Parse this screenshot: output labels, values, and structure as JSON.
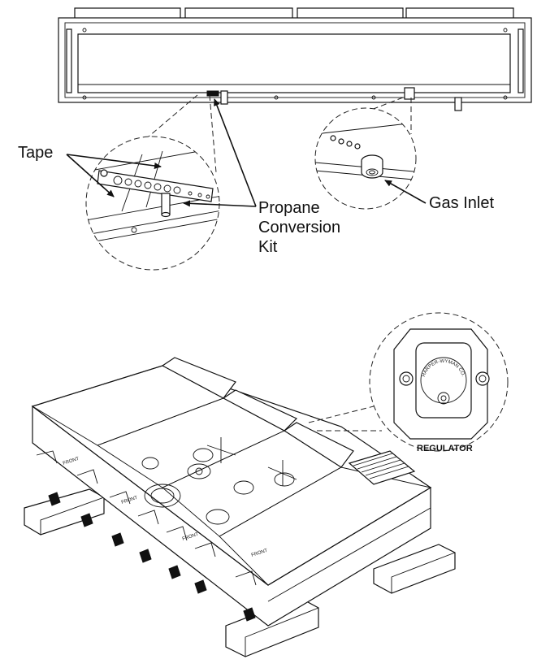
{
  "labels": {
    "tape": "Tape",
    "propane_line1": "Propane",
    "propane_line2": "Conversion",
    "propane_line3": "Kit",
    "gas_inlet": "Gas Inlet",
    "regulator": "REGULATOR",
    "regulator_brand": "HARPER-WYMAN CO."
  },
  "colors": {
    "ink": "#111111",
    "paper": "#ffffff"
  }
}
